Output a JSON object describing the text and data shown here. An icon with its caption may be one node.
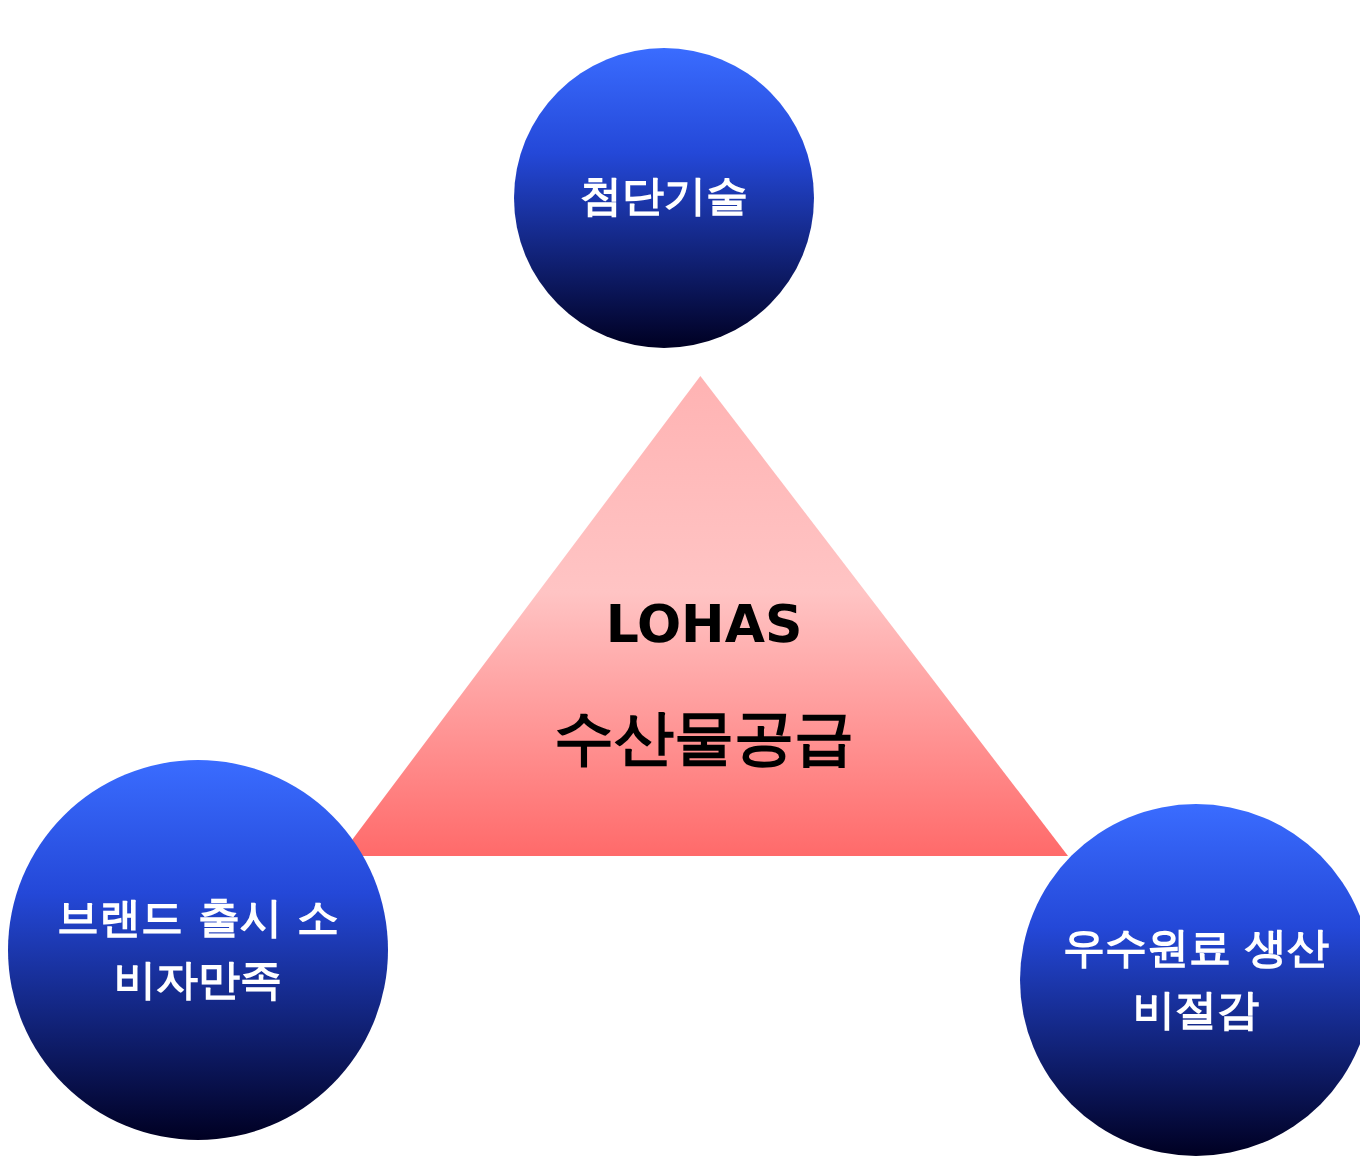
{
  "diagram": {
    "nodes": [
      {
        "text": [
          "LOHAS",
          "수산물공급"
        ]
      },
      {
        "text": [
          "첨단기술"
        ]
      },
      {
        "text": [
          "브랜드 출시 소비자만족"
        ]
      },
      {
        "text": [
          "우수원료 생산비절감"
        ]
      }
    ]
  }
}
